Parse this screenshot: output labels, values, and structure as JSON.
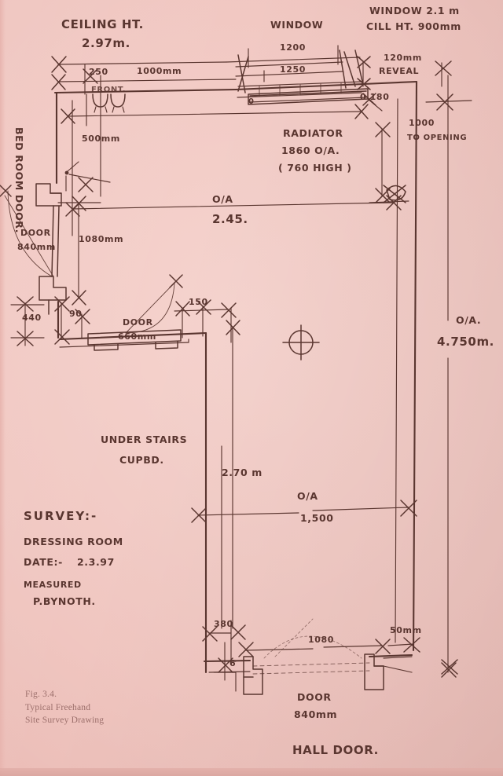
{
  "document": {
    "kind": "freehand site survey drawing",
    "paper_color": "#f0c4be",
    "ink_color": "#5a3630"
  },
  "caption": {
    "figure_number": "Fig. 3.4.",
    "line1": "Typical Freehand",
    "line2": "Site Survey Drawing"
  },
  "title_block": {
    "heading": "SURVEY:-",
    "room": "DRESSING ROOM",
    "date_label": "DATE:-",
    "date_value": "2.3.97",
    "measured_label": "MEASURED",
    "surveyor": "P.BYNOTH."
  },
  "notes": {
    "ceiling_height_label": "CEILING HT.",
    "ceiling_height_value": "2.97m.",
    "window_label": "WINDOW",
    "window_height": "WINDOW  2.1 m",
    "cill_height": "CILL HT. 900mm",
    "reveal": "120mm",
    "reveal_word": "REVEAL",
    "radiator_label": "RADIATOR",
    "radiator_overall": "1860 O/A.",
    "radiator_height": "( 760 HIGH )",
    "under_stairs_line1": "UNDER STAIRS",
    "under_stairs_line2": "CUPBD.",
    "bedroom_door": "BED ROOM DOOR.",
    "hall_door": "HALL  DOOR.",
    "front_note": "FRONT."
  },
  "dimensions": {
    "top_250": "250",
    "top_1000mm": "1000mm",
    "left_500mm": "500mm",
    "window_1200": "1200",
    "window_1250": "1250",
    "window_0": "0",
    "window_0_180": "0  180",
    "right_1000": "1000",
    "right_to_opening": "TO OPENING",
    "overall_label_top": "O/A",
    "overall_value_top": "2.45.",
    "overall_label_right": "O/A.",
    "overall_value_right": "4.750m.",
    "overall_label_mid": "O/A",
    "overall_value_mid": "1,500",
    "left_1080mm": "1080mm",
    "left_440": "440",
    "left_90": "90",
    "mid_150": "150",
    "door_660_label": "DOOR",
    "door_660_value": "660mm",
    "bedroom_door_label": "DOOR",
    "bedroom_door_value": "840mm",
    "vertical_270m": "2.70 m",
    "bottom_380": "380",
    "bottom_1080": "1080",
    "bottom_50mm": "50mm",
    "bottom_6": "6",
    "hall_door_label": "DOOR",
    "hall_door_value": "840mm"
  },
  "symbols": {
    "ceiling_light": "crosshair-circle-symbol",
    "radiator_hatch": "radiator-symbol",
    "door_swing": "door-swing-arc"
  }
}
